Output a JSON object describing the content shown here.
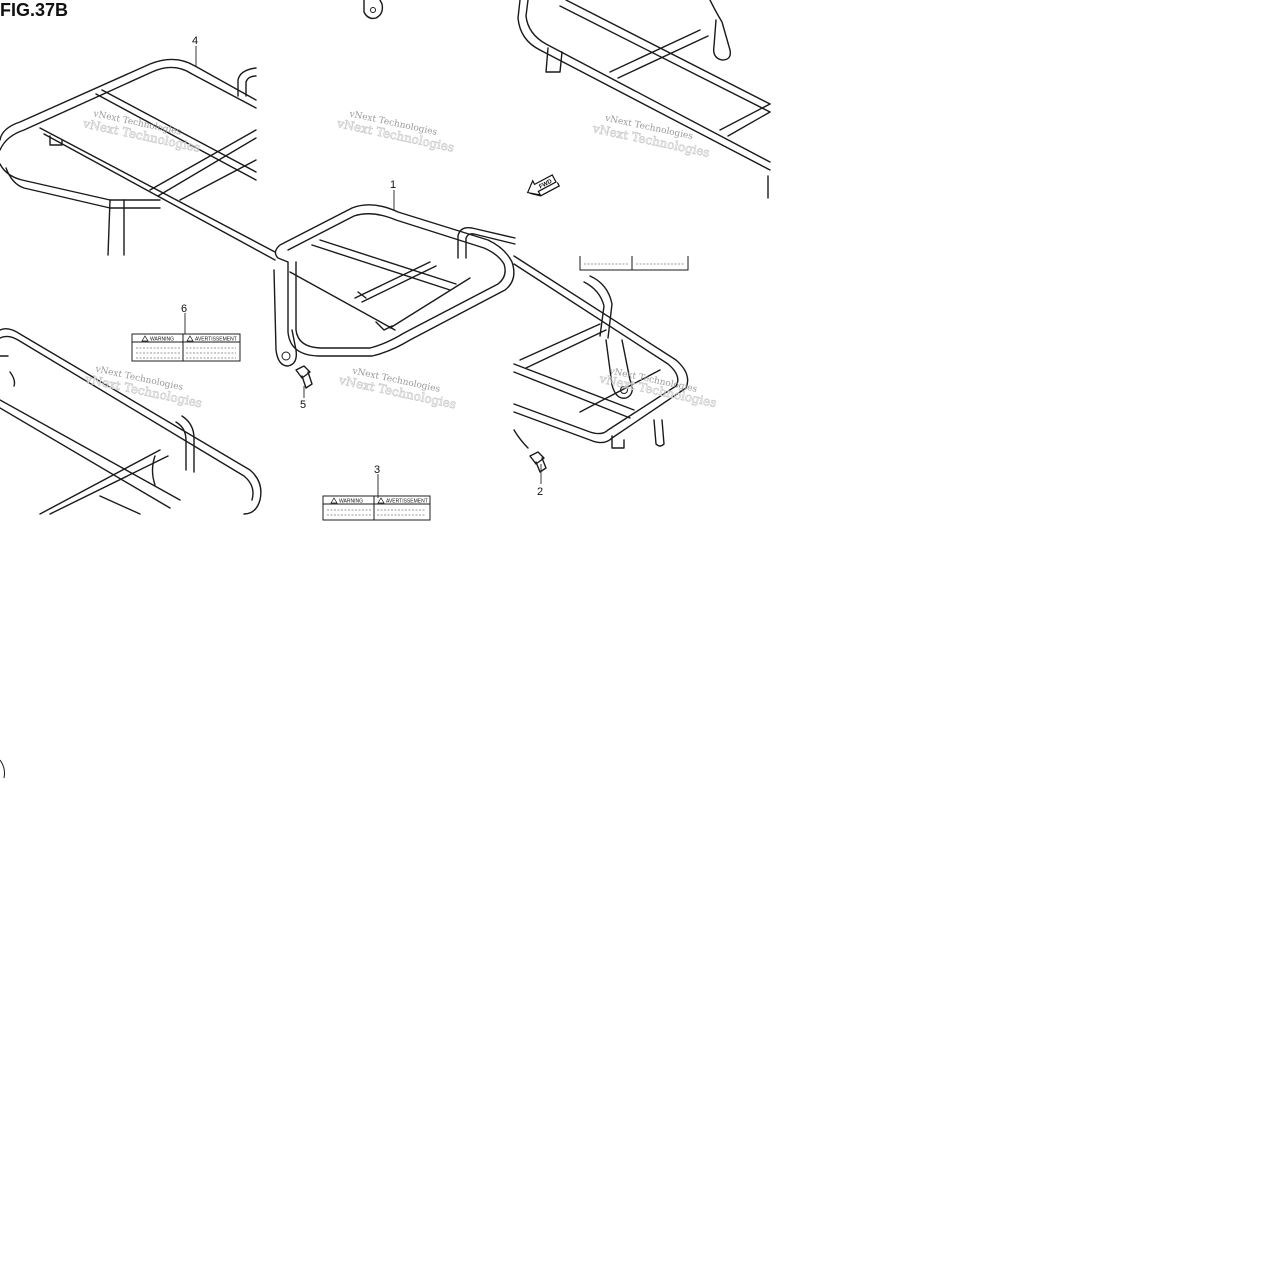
{
  "figure": {
    "title": "FIG.37B"
  },
  "callouts": [
    {
      "id": "1",
      "label": "1"
    },
    {
      "id": "2",
      "label": "2"
    },
    {
      "id": "3",
      "label": "3"
    },
    {
      "id": "4",
      "label": "4"
    },
    {
      "id": "5",
      "label": "5"
    },
    {
      "id": "6",
      "label": "6"
    }
  ],
  "watermark": {
    "text": "vNext Technologies"
  },
  "warning_labels": {
    "label_6": {
      "left": "WARNING",
      "right": "AVERTISSEMENT"
    },
    "label_3": {
      "left": "WARNING",
      "right": "AVERTISSEMENT"
    }
  },
  "direction_arrow": {
    "text": "FWD"
  }
}
